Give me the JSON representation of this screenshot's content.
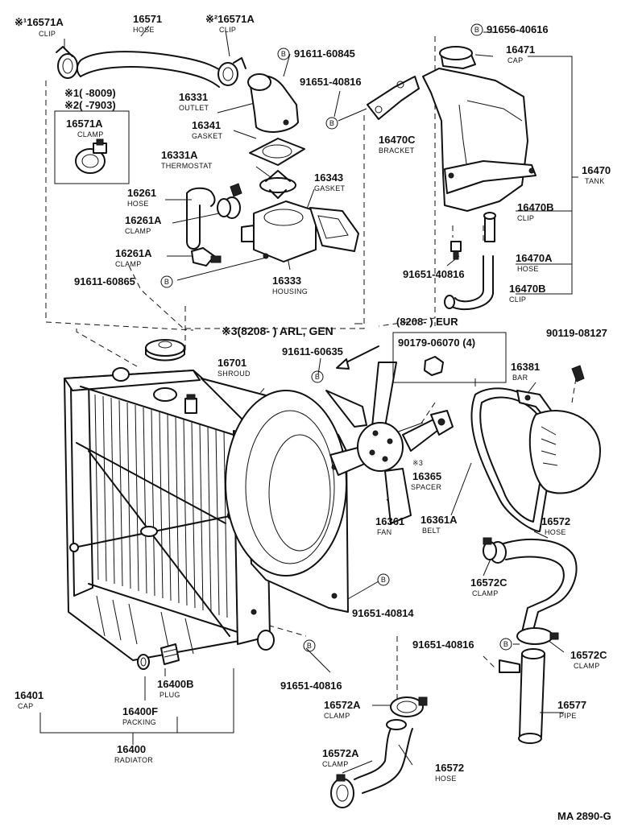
{
  "diagram_code": "MA 2890-G",
  "bolt_mark": "B",
  "labels": {
    "clip_16571A_left": {
      "num": "※¹16571A",
      "sub": "CLIP"
    },
    "hose_16571": {
      "num": "16571",
      "sub": "HOSE"
    },
    "clip_16571A_right": {
      "num": "※²16571A",
      "sub": "CLIP"
    },
    "note1": "※1(        -8009)",
    "note2": "※2(        -7903)",
    "clamp_16571A": {
      "num": "16571A",
      "sub": "CLAMP"
    },
    "outlet_16331": {
      "num": "16331",
      "sub": "OUTLET"
    },
    "gasket_16341": {
      "num": "16341",
      "sub": "GASKET"
    },
    "thermostat_16331A": {
      "num": "16331A",
      "sub": "THERMOSTAT"
    },
    "hose_16261": {
      "num": "16261",
      "sub": "HOSE"
    },
    "clamp_16261A_a": {
      "num": "16261A",
      "sub": "CLAMP"
    },
    "clamp_16261A_b": {
      "num": "16261A",
      "sub": "CLAMP"
    },
    "gasket_16343": {
      "num": "16343",
      "sub": "GASKET"
    },
    "housing_16333": {
      "num": "16333",
      "sub": "HOUSING"
    },
    "bolt_91611_60845": "91611-60845",
    "bolt_91651_40816_top": "91651-40816",
    "bolt_91611_60865": "91611-60865",
    "bracket_16470C": {
      "num": "16470C",
      "sub": "BRACKET"
    },
    "bolt_91656_40616": "91656-40616",
    "cap_16471": {
      "num": "16471",
      "sub": "CAP"
    },
    "tank_16470": {
      "num": "16470",
      "sub": "TANK"
    },
    "clip_16470B_a": {
      "num": "16470B",
      "sub": "CLIP"
    },
    "hose_16470A": {
      "num": "16470A",
      "sub": "HOSE"
    },
    "clip_16470B_b": {
      "num": "16470B",
      "sub": "CLIP"
    },
    "bolt_91651_40816_tank": "91651-40816",
    "note3": "※3(8208-          ) ARL, GEN",
    "eur_note": "(8208-          ) EUR",
    "nut_90179": "90179-06070 (4)",
    "bolt_90119": "90119-08127",
    "shroud_16701": {
      "num": "16701",
      "sub": "SHROUD"
    },
    "bolt_91611_60635": "91611-60635",
    "bar_16381": {
      "num": "16381",
      "sub": "BAR"
    },
    "spacer_16365": {
      "num": "※3\n16365",
      "sub": "SPACER"
    },
    "fan_16361": {
      "num": "16361",
      "sub": "FAN"
    },
    "belt_16361A": {
      "num": "16361A",
      "sub": "BELT"
    },
    "hose_16572_upper": {
      "num": "16572",
      "sub": "HOSE"
    },
    "clamp_16572C_a": {
      "num": "16572C",
      "sub": "CLAMP"
    },
    "clamp_16572C_b": {
      "num": "16572C",
      "sub": "CLAMP"
    },
    "bolt_91651_40814": "91651-40814",
    "bolt_91651_40816_pipe": "91651-40816",
    "bolt_91651_40816_rad": "91651-40816",
    "pipe_16577": {
      "num": "16577",
      "sub": "PIPE"
    },
    "plug_16400B": {
      "num": "16400B",
      "sub": "PLUG"
    },
    "packing_16400F": {
      "num": "16400F",
      "sub": "PACKING"
    },
    "cap_16401": {
      "num": "16401",
      "sub": "CAP"
    },
    "radiator_16400": {
      "num": "16400",
      "sub": "RADIATOR"
    },
    "clamp_16572A_a": {
      "num": "16572A",
      "sub": "CLAMP"
    },
    "clamp_16572A_b": {
      "num": "16572A",
      "sub": "CLAMP"
    },
    "hose_16572_lower": {
      "num": "16572",
      "sub": "HOSE"
    }
  }
}
